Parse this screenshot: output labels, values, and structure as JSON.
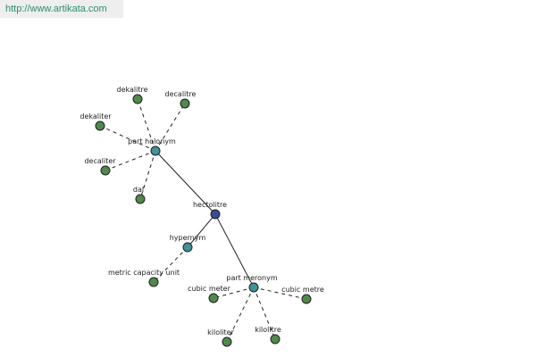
{
  "source_link": "http://www.artikata.com",
  "colors": {
    "link": "#2a8f6b",
    "center_node": "#3a4a94",
    "relation_node": "#3f9399",
    "leaf_node": "#4f8a4b"
  },
  "nodes": [
    {
      "id": "hectolitre",
      "label": "hectolitre",
      "kind": "center"
    },
    {
      "id": "part-holonym",
      "label": "part holonym",
      "kind": "relation"
    },
    {
      "id": "hypernym",
      "label": "hypernym",
      "kind": "relation"
    },
    {
      "id": "part-meronym",
      "label": "part meronym",
      "kind": "relation"
    },
    {
      "id": "dekalitre",
      "label": "dekalitre",
      "kind": "leaf"
    },
    {
      "id": "decalitre",
      "label": "decalitre",
      "kind": "leaf"
    },
    {
      "id": "dekaliter",
      "label": "dekaliter",
      "kind": "leaf"
    },
    {
      "id": "decaliter",
      "label": "decaliter",
      "kind": "leaf"
    },
    {
      "id": "dal",
      "label": "dal",
      "kind": "leaf"
    },
    {
      "id": "metric-capacity-unit",
      "label": "metric capacity unit",
      "kind": "leaf"
    },
    {
      "id": "cubic-meter",
      "label": "cubic meter",
      "kind": "leaf"
    },
    {
      "id": "cubic-metre",
      "label": "cubic metre",
      "kind": "leaf"
    },
    {
      "id": "kiloliter",
      "label": "kiloliter",
      "kind": "leaf"
    },
    {
      "id": "kilolitre",
      "label": "kilolitre",
      "kind": "leaf"
    }
  ],
  "edges": [
    {
      "from": "hectolitre",
      "to": "part-holonym",
      "style": "solid"
    },
    {
      "from": "hectolitre",
      "to": "hypernym",
      "style": "solid"
    },
    {
      "from": "hectolitre",
      "to": "part-meronym",
      "style": "solid"
    },
    {
      "from": "part-holonym",
      "to": "dekalitre",
      "style": "dashed"
    },
    {
      "from": "part-holonym",
      "to": "decalitre",
      "style": "dashed"
    },
    {
      "from": "part-holonym",
      "to": "dekaliter",
      "style": "dashed"
    },
    {
      "from": "part-holonym",
      "to": "decaliter",
      "style": "dashed"
    },
    {
      "from": "part-holonym",
      "to": "dal",
      "style": "dashed"
    },
    {
      "from": "hypernym",
      "to": "metric-capacity-unit",
      "style": "dashed"
    },
    {
      "from": "part-meronym",
      "to": "cubic-meter",
      "style": "dashed"
    },
    {
      "from": "part-meronym",
      "to": "cubic-metre",
      "style": "dashed"
    },
    {
      "from": "part-meronym",
      "to": "kiloliter",
      "style": "dashed"
    },
    {
      "from": "part-meronym",
      "to": "kilolitre",
      "style": "dashed"
    }
  ]
}
